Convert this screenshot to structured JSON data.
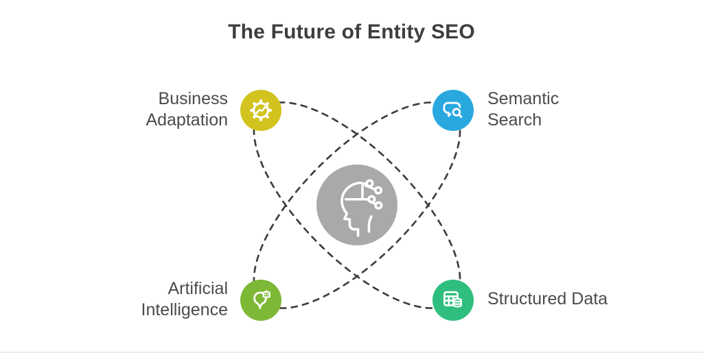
{
  "title": "The Future of Entity SEO",
  "diagram": {
    "connector_color": "#3e3e3e",
    "center_node": {
      "icon": "head-circuit-icon",
      "color": "#a9a9a9"
    },
    "nodes": [
      {
        "id": "business-adaptation",
        "lines": [
          "Business",
          "Adaptation"
        ],
        "color": "#d2c31e",
        "icon": "gear-chart-icon",
        "position": "top-left"
      },
      {
        "id": "semantic-search",
        "lines": [
          "Semantic",
          "Search"
        ],
        "color": "#29a8df",
        "icon": "chat-search-icon",
        "position": "top-right"
      },
      {
        "id": "artificial-intelligence",
        "lines": [
          "Artificial",
          "Intelligence"
        ],
        "color": "#7db836",
        "icon": "lightbulb-robot-icon",
        "position": "bottom-left"
      },
      {
        "id": "structured-data",
        "lines": [
          "Structured Data"
        ],
        "color": "#2fbe7e",
        "icon": "table-database-icon",
        "position": "bottom-right"
      }
    ]
  }
}
